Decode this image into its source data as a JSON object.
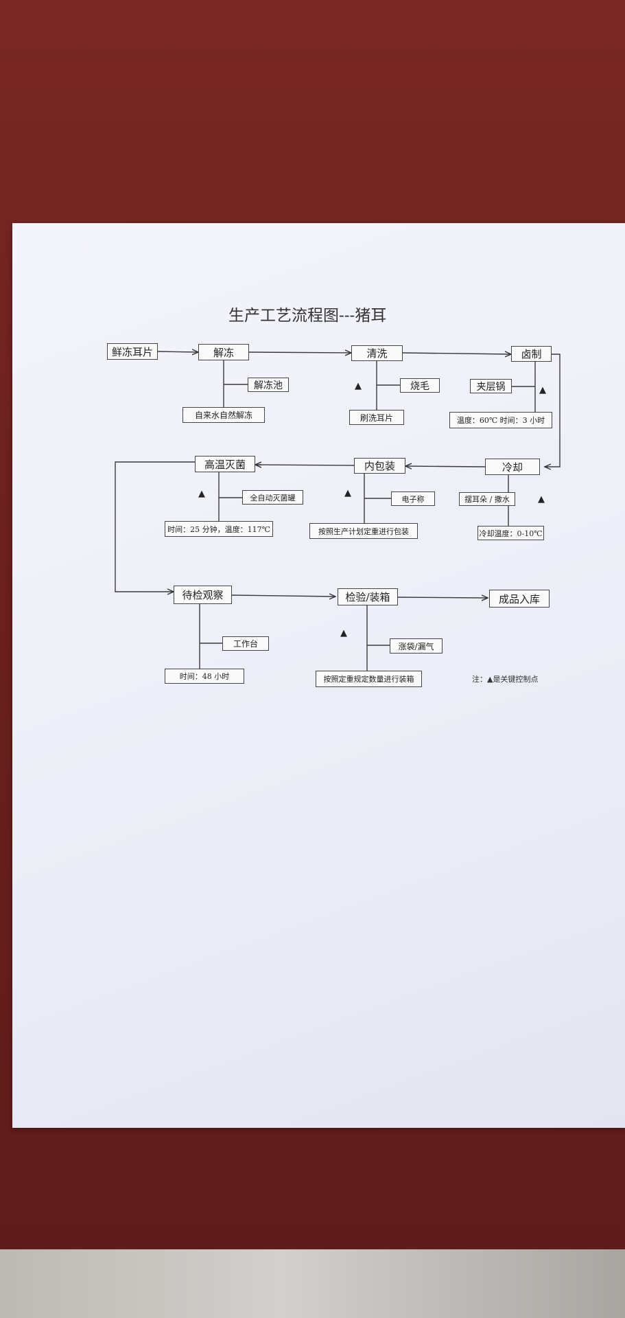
{
  "title": "生产工艺流程图---猪耳",
  "note": "注：▲是关键控制点",
  "key_marker": "▲",
  "nodes": {
    "xian_dong_er_pian": "鲜冻耳片",
    "jie_dong": "解冻",
    "jie_dong_chi": "解冻池",
    "zi_lai_shui": "自来水自然解冻",
    "qing_xi": "清洗",
    "shao_mao": "烧毛",
    "shua_xi": "刷洗耳片",
    "lu_zhi": "卤制",
    "jia_ceng_guo": "夹层锅",
    "lu_zhi_param": "温度：60℃  时间：3 小时",
    "leng_que": "冷却",
    "bai_er_duo": "摆耳朵 / 撒水",
    "leng_que_temp": "冷却温度：0-10℃",
    "nei_bao_zhuang": "内包装",
    "dian_zi_cheng": "电子称",
    "an_zhao_bao_zhuang": "按照生产计划定重进行包装",
    "gao_wen_mie_jun": "高温灭菌",
    "quan_zi_dong": "全自动灭菌罐",
    "mie_jun_param": "时间：25 分钟，温度：117℃",
    "dai_jian": "待检观察",
    "gong_zuo_tai": "工作台",
    "dai_jian_time": "时间：48 小时",
    "jian_yan": "检验/装箱",
    "zhang_dai": "涨袋/漏气",
    "an_zhao_zhuang_xiang": "按照定重规定数量进行装箱",
    "cheng_pin": "成品入库"
  }
}
